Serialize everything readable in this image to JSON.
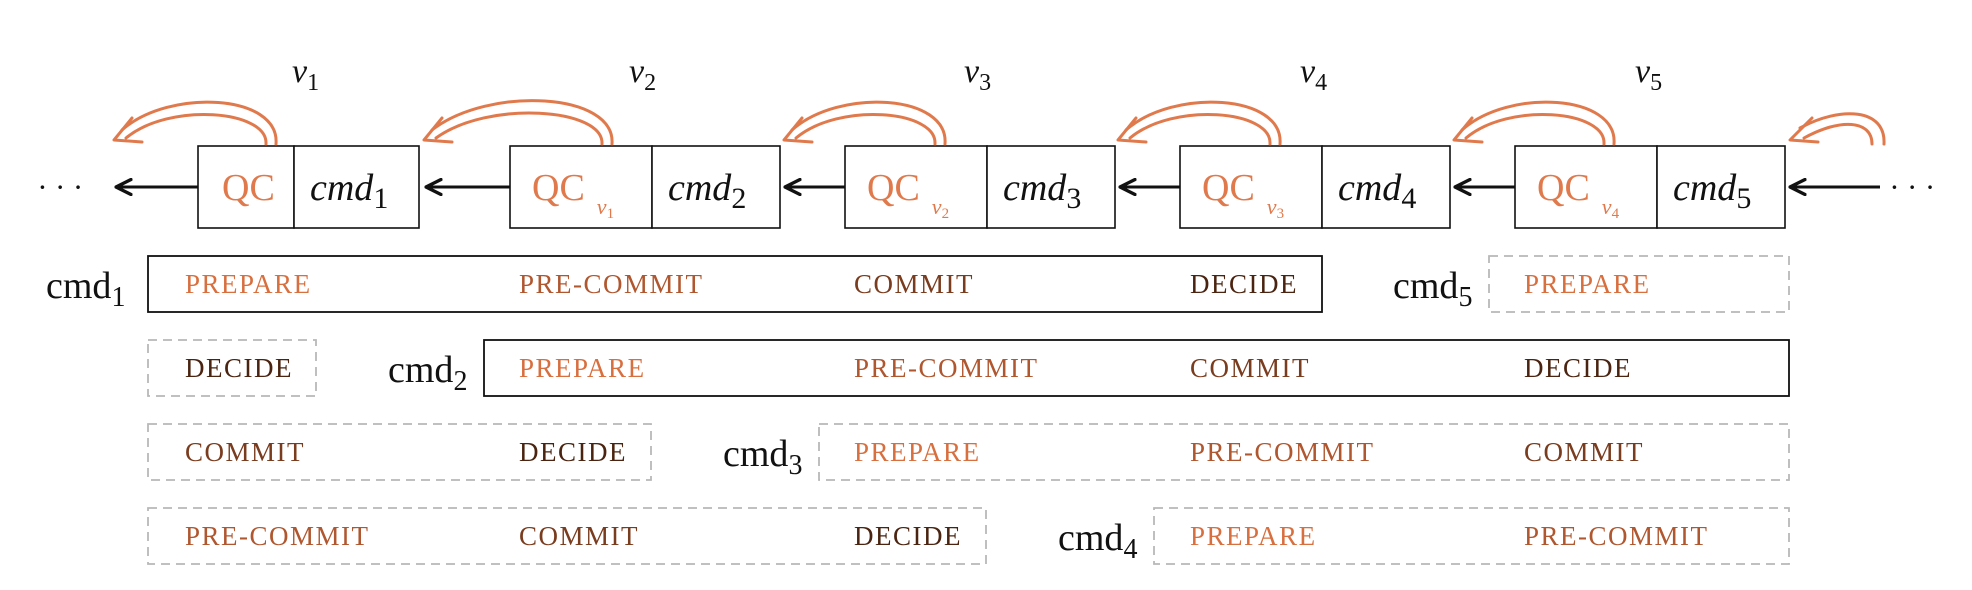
{
  "colors": {
    "accent": "#E07A4C",
    "prepare": "#D86F3F",
    "precommit": "#B0572F",
    "commit": "#7A3C1E",
    "decide": "#4A2410",
    "ink": "#111111",
    "dashed": "#B8B8B8"
  },
  "ellipsis": "· · ·",
  "views": [
    "v1",
    "v2",
    "v3",
    "v4",
    "v5"
  ],
  "blocks": [
    {
      "qc": "QC",
      "qc_view": "",
      "cmd": "cmd",
      "cmd_sub": "1"
    },
    {
      "qc": "QC",
      "qc_view": "v1",
      "cmd": "cmd",
      "cmd_sub": "2"
    },
    {
      "qc": "QC",
      "qc_view": "v2",
      "cmd": "cmd",
      "cmd_sub": "3"
    },
    {
      "qc": "QC",
      "qc_view": "v3",
      "cmd": "cmd",
      "cmd_sub": "4"
    },
    {
      "qc": "QC",
      "qc_view": "v4",
      "cmd": "cmd",
      "cmd_sub": "5"
    }
  ],
  "command_rows": [
    {
      "cmd": "cmd",
      "sub": "1",
      "phases": [
        "PREPARE",
        "PRE-COMMIT",
        "COMMIT",
        "DECIDE"
      ]
    },
    {
      "cmd": "cmd",
      "sub": "5",
      "phases": [
        "PREPARE"
      ]
    },
    {
      "cmd": "",
      "sub": "",
      "phases": [
        "DECIDE"
      ]
    },
    {
      "cmd": "cmd",
      "sub": "2",
      "phases": [
        "PREPARE",
        "PRE-COMMIT",
        "COMMIT",
        "DECIDE"
      ]
    },
    {
      "cmd": "",
      "sub": "",
      "phases": [
        "COMMIT",
        "DECIDE"
      ]
    },
    {
      "cmd": "cmd",
      "sub": "3",
      "phases": [
        "PREPARE",
        "PRE-COMMIT",
        "COMMIT"
      ]
    },
    {
      "cmd": "",
      "sub": "",
      "phases": [
        "PRE-COMMIT",
        "COMMIT",
        "DECIDE"
      ]
    },
    {
      "cmd": "cmd",
      "sub": "4",
      "phases": [
        "PREPARE",
        "PRE-COMMIT"
      ]
    }
  ]
}
